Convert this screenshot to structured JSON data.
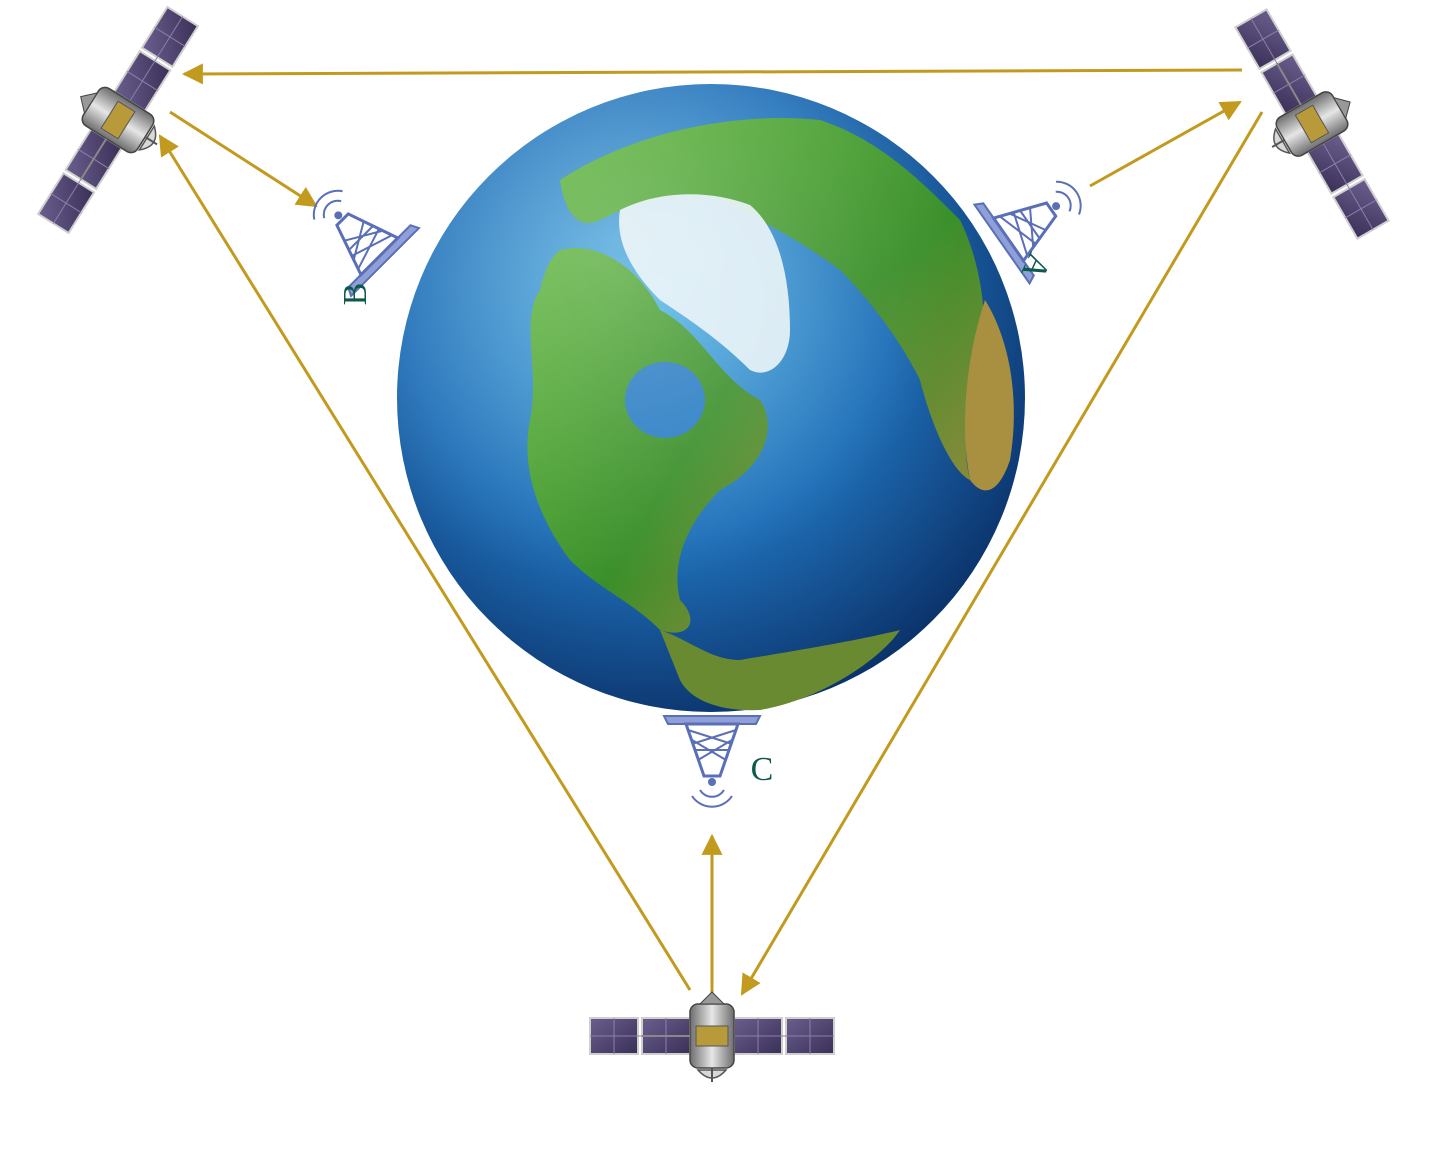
{
  "colors": {
    "link": "#c29a1e",
    "label": "#0e5a4a",
    "tower": "#5a6fb8",
    "panel": "#4a3f6b",
    "ocean_light": "#3f9fd8",
    "ocean_dark": "#0b3f7e",
    "land": "#3f9a2e",
    "ice": "#e6f2f6"
  },
  "stations": {
    "a": {
      "label": "A",
      "icon": "radio-tower-icon"
    },
    "b": {
      "label": "B",
      "icon": "radio-tower-icon"
    },
    "c": {
      "label": "C",
      "icon": "radio-tower-icon"
    }
  },
  "satellites": [
    {
      "id": "satellite-top-left",
      "icon": "satellite-icon"
    },
    {
      "id": "satellite-top-right",
      "icon": "satellite-icon"
    },
    {
      "id": "satellite-bottom",
      "icon": "satellite-icon"
    }
  ],
  "globe": {
    "icon": "earth-globe-icon"
  }
}
